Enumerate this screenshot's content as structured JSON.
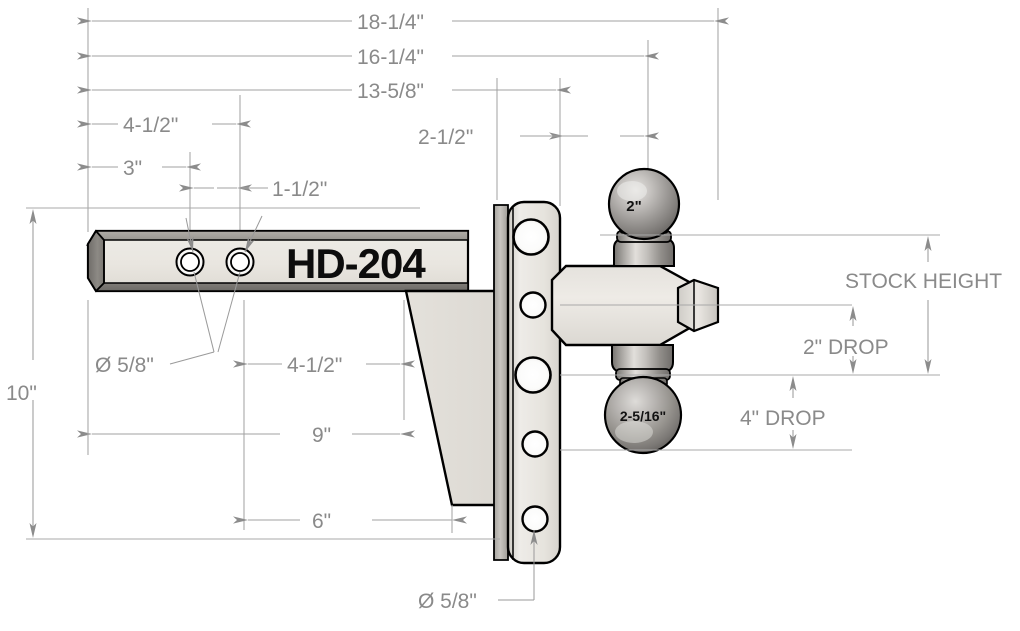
{
  "drawing": {
    "title": "HD-204 Adjustable Ball Mount Dimensional Drawing",
    "part_label": "HD-204",
    "background": "#ffffff",
    "dim_color": "#8a8a8a",
    "metal_light": "#e8e5e0",
    "metal_mid": "#b9b6b1",
    "metal_dark": "#6e6b67"
  },
  "horizontal_dimensions": [
    {
      "id": "d-18-1-4",
      "label": "18-1/4\""
    },
    {
      "id": "d-16-1-4",
      "label": "16-1/4\""
    },
    {
      "id": "d-13-5-8",
      "label": "13-5/8\""
    },
    {
      "id": "d-4-1-2-top",
      "label": "4-1/2\""
    },
    {
      "id": "d-2-1-2",
      "label": "2-1/2\""
    },
    {
      "id": "d-3",
      "label": "3\""
    },
    {
      "id": "d-1-1-2",
      "label": "1-1/2\""
    },
    {
      "id": "d-4-1-2-mid",
      "label": "4-1/2\""
    },
    {
      "id": "d-9",
      "label": "9\""
    },
    {
      "id": "d-6",
      "label": "6\""
    }
  ],
  "vertical_dimensions": [
    {
      "id": "d-10",
      "label": "10\""
    },
    {
      "id": "d-stock-height",
      "label": "STOCK HEIGHT"
    },
    {
      "id": "d-2-drop",
      "label": "2\" DROP"
    },
    {
      "id": "d-4-drop",
      "label": "4\" DROP"
    }
  ],
  "diameter_callouts": [
    {
      "id": "dia-shank-holes",
      "label": "Ø 5/8\""
    },
    {
      "id": "dia-plate-holes",
      "label": "Ø 5/8\""
    }
  ],
  "ball_labels": [
    {
      "id": "ball-upper",
      "label": "2\""
    },
    {
      "id": "ball-lower",
      "label": "2-5/16\""
    }
  ]
}
